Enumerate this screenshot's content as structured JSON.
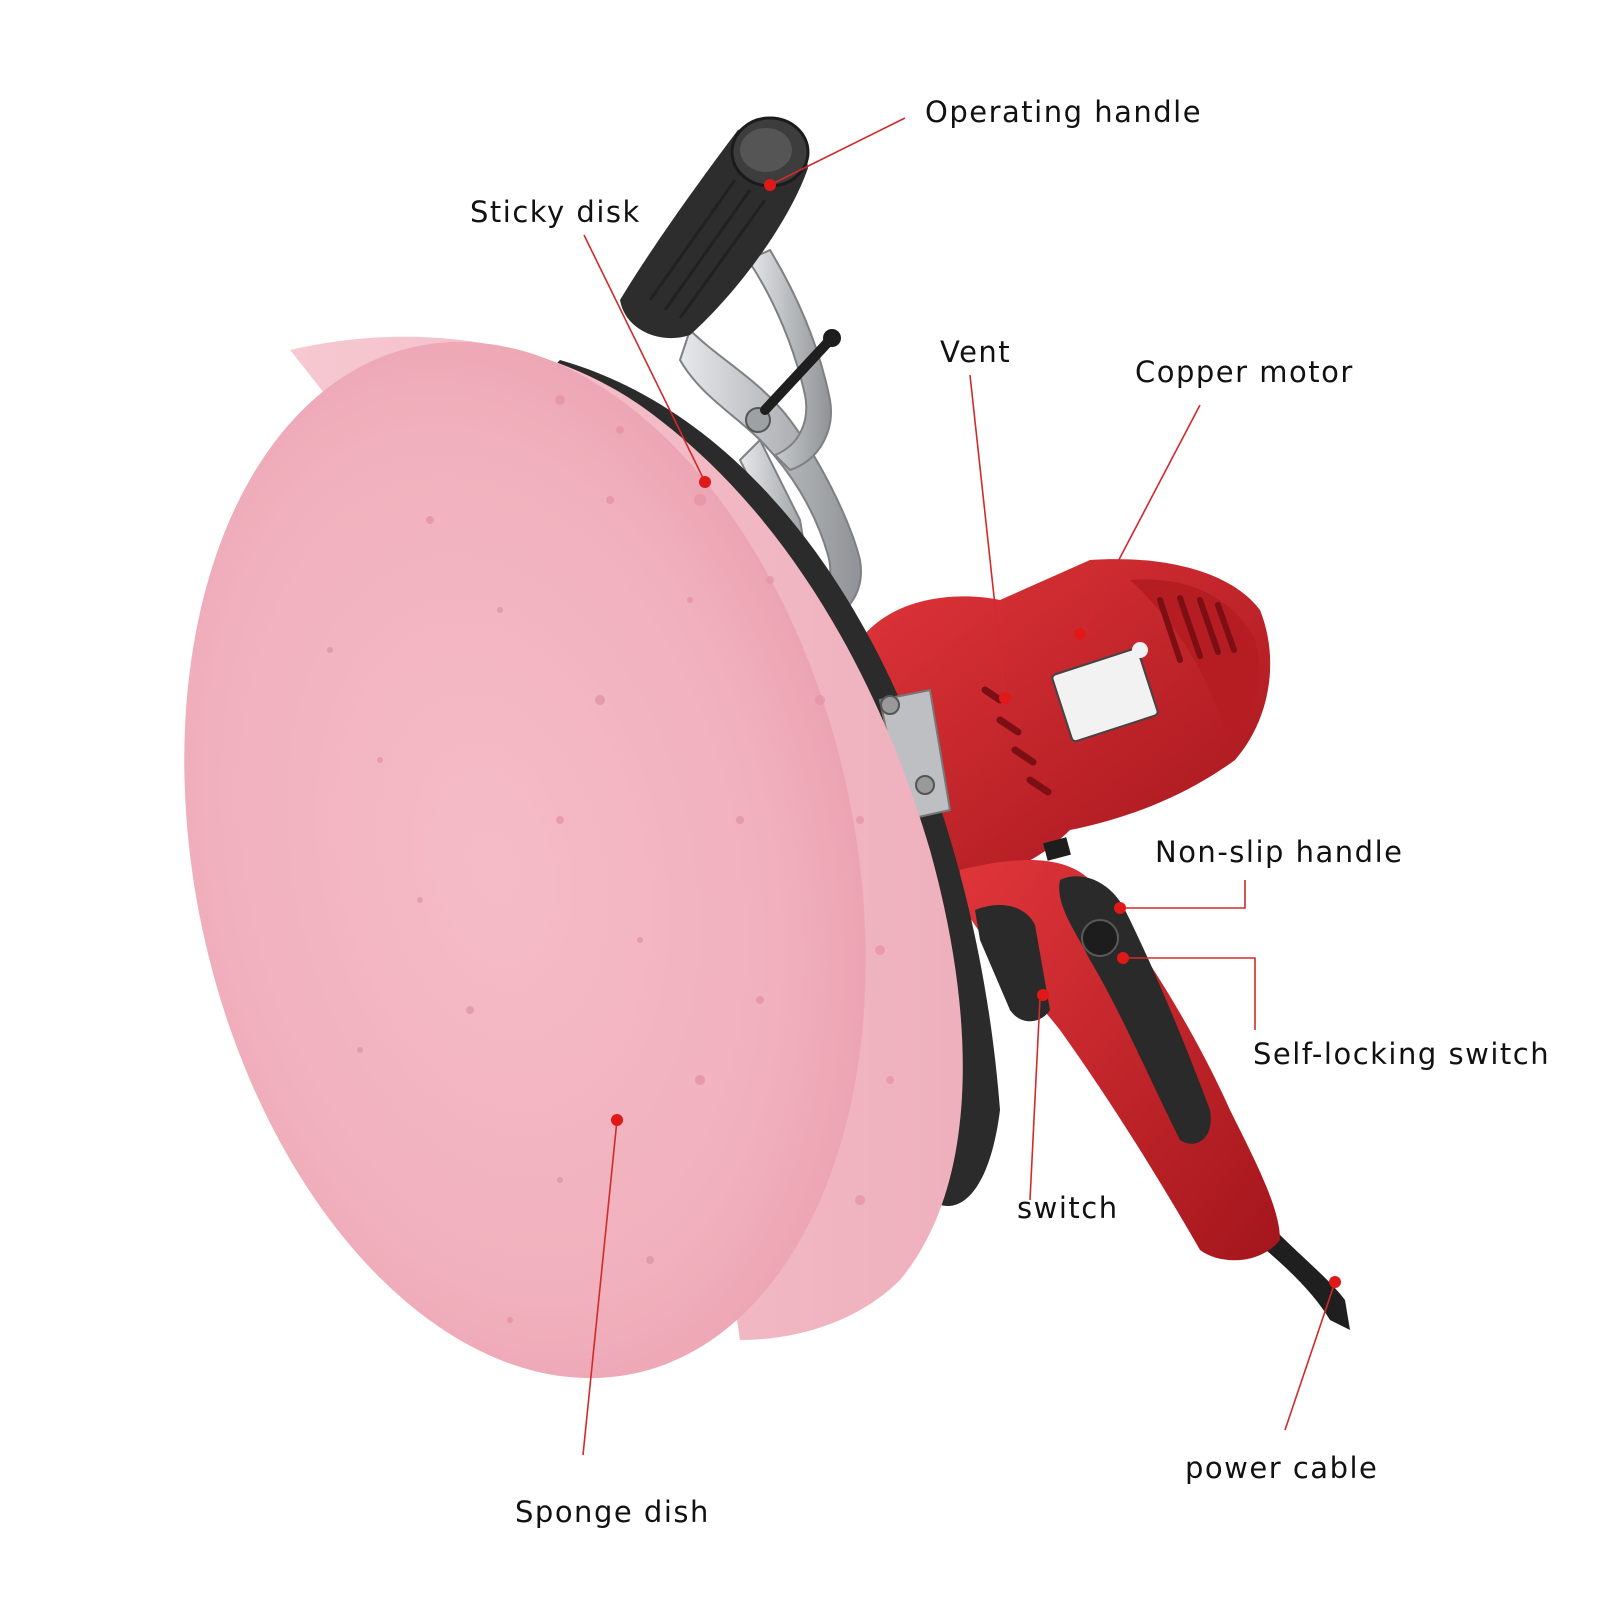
{
  "labels": {
    "operating_handle": "Operating handle",
    "sticky_disk": "Sticky disk",
    "vent": "Vent",
    "copper_motor": "Copper motor",
    "non_slip_handle": "Non-slip handle",
    "self_locking_switch": "Self-locking switch",
    "switch": "switch",
    "power_cable": "power cable",
    "sponge_dish": "Sponge dish"
  },
  "colors": {
    "sponge": "#f3b6c2",
    "motor_red": "#c8242a",
    "leader_red": "#d22a2a",
    "grip_black": "#2a2a2a",
    "metal": "#c9cbcd"
  }
}
